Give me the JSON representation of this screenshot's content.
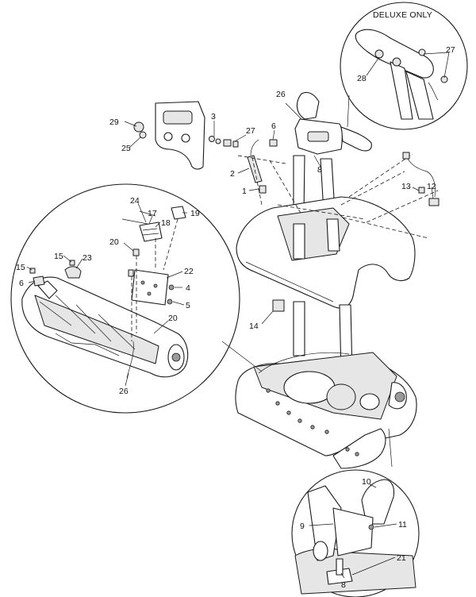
{
  "note": "DELUXE ONLY",
  "callouts": {
    "c1": "1",
    "c2": "2",
    "c3": "3",
    "c4": "4",
    "c5": "5",
    "c6a": "6",
    "c6b": "6",
    "c8a": "8",
    "c8b": "8",
    "c9": "9",
    "c10": "10",
    "c11": "11",
    "c12": "12",
    "c13": "13",
    "c14": "14",
    "c15": "15",
    "c15b": "15",
    "c17": "17",
    "c18": "18",
    "c19": "19",
    "c20a": "20",
    "c20b": "20",
    "c21": "21",
    "c22": "22",
    "c23": "23",
    "c24": "24",
    "c25": "25",
    "c26a": "26",
    "c26b": "26",
    "c27a": "27",
    "c27b": "27",
    "c28": "28",
    "c29": "29"
  },
  "colors": {
    "line": "#1a1a1a",
    "shade": "#e6e6e6",
    "dark": "#9a9a9a",
    "background": "#ffffff"
  }
}
